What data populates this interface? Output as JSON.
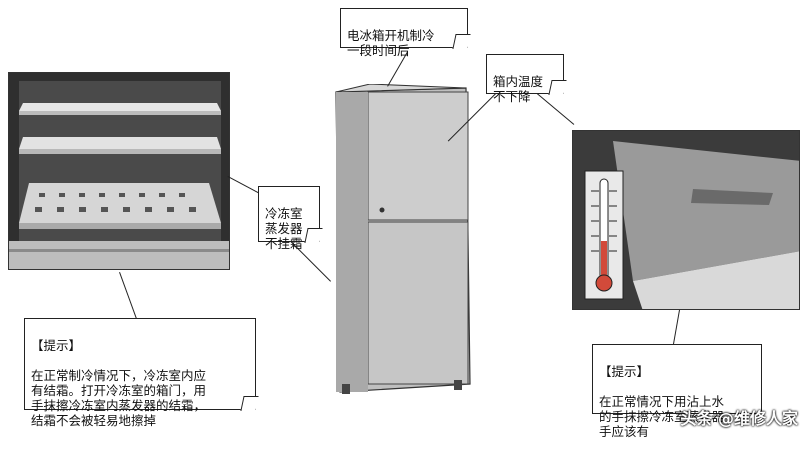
{
  "callouts": {
    "fridge_on": "电冰箱开机制冷\n一段时间后",
    "temp_not_drop": "箱内温度\n不下降",
    "evaporator": "冷冻室\n蒸发器\n不挂霜"
  },
  "tips": {
    "left": {
      "heading": "【提示】",
      "body": "在正常制冷情况下，冷冻室内应\n有结霜。打开冷冻室的箱门，用\n手抹擦冷冻室内蒸发器的结霜，\n结霜不会被轻易地擦掉"
    },
    "right": {
      "heading": "【提示】",
      "body": "在正常情况下用沾上水\n的手抹擦冷冻室蒸发器\n手应该有"
    }
  },
  "watermark": "头条 @维修人家",
  "colors": {
    "fridge": "#c9c9c9",
    "photo_dark": "#3a3a3a",
    "mercury": "#d24a3a"
  }
}
